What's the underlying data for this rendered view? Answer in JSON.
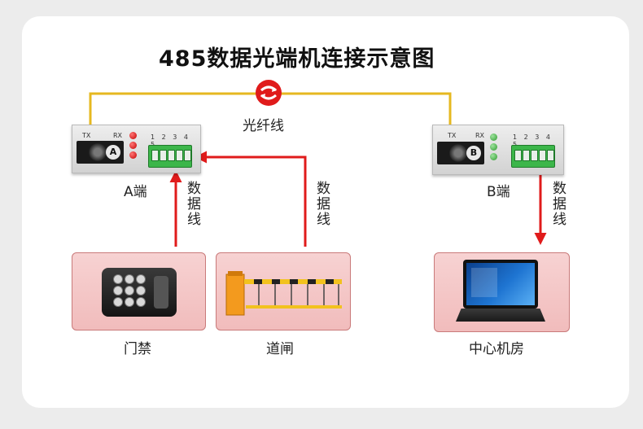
{
  "title": "485数据光端机连接示意图",
  "fiber_label": "光纤线",
  "device_a": {
    "label": "A端",
    "port_mark": "A",
    "tx": "TX",
    "rx": "RX",
    "pin_numbers": "1 2 3 4 5",
    "led_color": "#d9241f"
  },
  "device_b": {
    "label": "B端",
    "port_mark": "B",
    "tx": "TX",
    "rx": "RX",
    "pin_numbers": "1 2 3 4 5",
    "led_color": "#3aa64a"
  },
  "data_line_label": "数据线",
  "endpoints": {
    "access_control": "门禁",
    "barrier_gate": "道闸",
    "control_room": "中心机房"
  },
  "colors": {
    "fiber": "#e6b820",
    "arrow": "#e01b1b",
    "box_fill": "#f4c4c4",
    "icon_circle": "#e01b1b"
  },
  "icons": {
    "fiber_marker": "fiber-link-icon",
    "access_control": "keypad-icon",
    "barrier_gate": "barrier-gate-icon",
    "control_room": "laptop-icon"
  }
}
